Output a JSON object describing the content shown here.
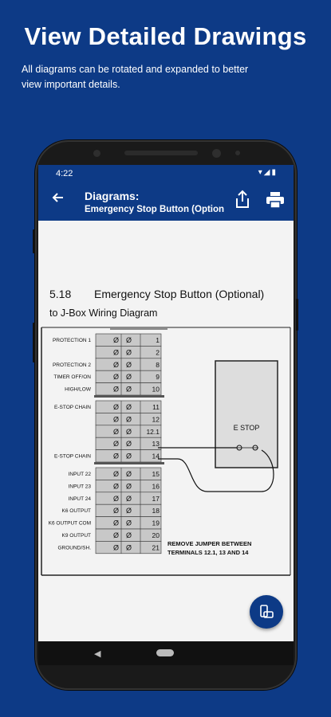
{
  "promo": {
    "headline": "View Detailed Drawings",
    "subtext_line1": "All diagrams can be rotated and expanded to better",
    "subtext_line2": "view important details."
  },
  "status_bar": {
    "time": "4:22"
  },
  "app_bar": {
    "title": "Diagrams:",
    "subtitle": "Emergency Stop Button (Optional)"
  },
  "diagram": {
    "section_number": "5.18",
    "heading": "Emergency Stop Button (Optional)",
    "subheading": "to J-Box Wiring Diagram",
    "rows": [
      {
        "label": "PROTECTION 1",
        "terminal": "1"
      },
      {
        "label": "",
        "terminal": "2"
      },
      {
        "label": "PROTECTION 2",
        "terminal": "8"
      },
      {
        "label": "TIMER OFF/ON",
        "terminal": "9"
      },
      {
        "label": "HIGH/LOW",
        "terminal": "10"
      },
      {
        "label": "E-STOP CHAIN",
        "terminal": "11"
      },
      {
        "label": "",
        "terminal": "12"
      },
      {
        "label": "",
        "terminal": "12.1"
      },
      {
        "label": "",
        "terminal": "13"
      },
      {
        "label": "E-STOP CHAIN",
        "terminal": "14"
      },
      {
        "label": "INPUT 22",
        "terminal": "15"
      },
      {
        "label": "INPUT 23",
        "terminal": "16"
      },
      {
        "label": "INPUT 24",
        "terminal": "17"
      },
      {
        "label": "K6 OUTPUT",
        "terminal": "18"
      },
      {
        "label": "K6 OUTPUT COM",
        "terminal": "19"
      },
      {
        "label": "K9 OUTPUT",
        "terminal": "20"
      },
      {
        "label": "GROUND/SH.",
        "terminal": "21"
      }
    ],
    "estop_label": "E STOP",
    "note_line1": "REMOVE JUMPER BETWEEN",
    "note_line2": "TERMINALS 12.1, 13 AND 14",
    "terminal_symbol": "Ø"
  },
  "icons": {
    "back": "arrow-left-icon",
    "share": "share-icon",
    "print": "print-icon",
    "fab": "rotate-screen-icon"
  },
  "colors": {
    "brand_blue": "#0d3a86",
    "phone_body": "#1a1a1a"
  }
}
